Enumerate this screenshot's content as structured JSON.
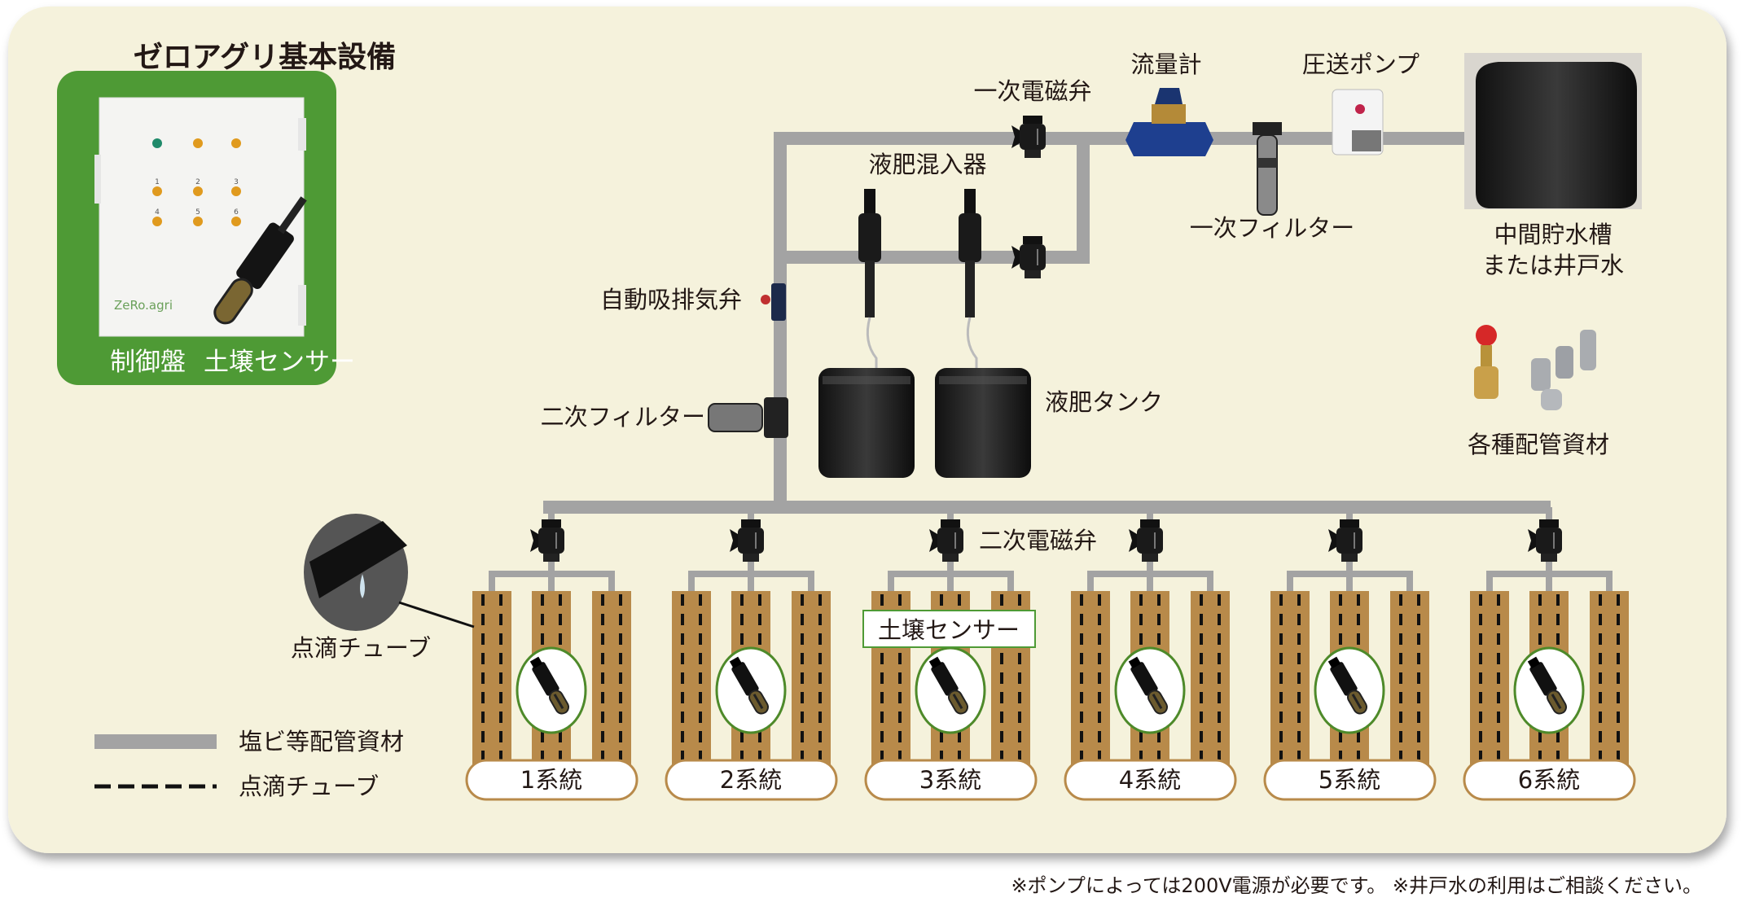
{
  "title": "ゼロアグリ基本設備",
  "base_equipment": {
    "control_panel_label": "制御盤",
    "soil_sensor_label": "土壌センサー",
    "panel_lamps": [
      "",
      "",
      "",
      "1",
      "2",
      "3",
      "4",
      "5",
      "6"
    ],
    "logo_text": "ZeRo.agri"
  },
  "components": {
    "primary_solenoid_valve": "一次電磁弁",
    "flow_meter": "流量計",
    "booster_pump": "圧送ポンプ",
    "fertilizer_injector": "液肥混入器",
    "primary_filter": "一次フィルター",
    "tank_line1": "中間貯水槽",
    "tank_line2": "または井戸水",
    "auto_air_valve": "自動吸排気弁",
    "secondary_filter": "二次フィルター",
    "fertilizer_tank": "液肥タンク",
    "piping_materials": "各種配管資材",
    "secondary_solenoid_valve": "二次電磁弁",
    "soil_sensor_callout": "土壌センサー",
    "drip_tube": "点滴チューブ"
  },
  "zones": [
    "1系統",
    "2系統",
    "3系統",
    "4系統",
    "5系統",
    "6系統"
  ],
  "legend": {
    "pipe": "塩ビ等配管資材",
    "drip": "点滴チューブ"
  },
  "footnote": "※ポンプによっては200V電源が必要です。 ※井戸水の利用はご相談ください。",
  "colors": {
    "background": "#f5f2dc",
    "green": "#4e9a35",
    "pipe": "#a3a3a3",
    "soil": "#b88a4a"
  }
}
